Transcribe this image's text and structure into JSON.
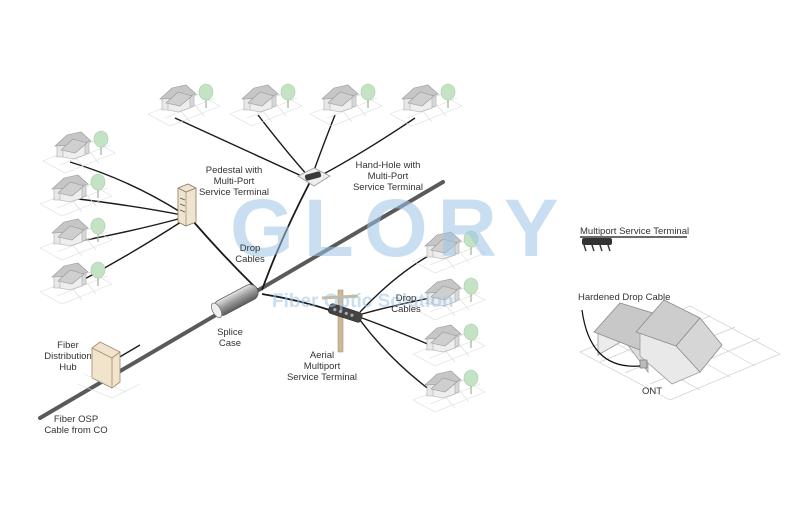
{
  "labels": {
    "pedestal": [
      "Pedestal with",
      "Multi-Port",
      "Service Terminal"
    ],
    "handhole": [
      "Hand-Hole with",
      "Multi-Port",
      "Service Terminal"
    ],
    "drop_cables_center": [
      "Drop",
      "Cables"
    ],
    "drop_cables_right": [
      "Drop",
      "Cables"
    ],
    "splice_case": [
      "Splice",
      "Case"
    ],
    "aerial": [
      "Aerial",
      "Multiport",
      "Service Terminal"
    ],
    "fdh": [
      "Fiber",
      "Distribution",
      "Hub"
    ],
    "osp": [
      "Fiber OSP",
      "Cable from CO"
    ],
    "multiport_terminal": "Multiport Service Terminal",
    "hardened_drop": "Hardened Drop Cable",
    "ont": "ONT"
  },
  "watermark": {
    "brand": "GLORY",
    "tagline": "Fiber Optic Solution"
  },
  "colors": {
    "cable": "#1a1a1a",
    "trunk": "#555555",
    "house_roof": "#c4c4c4",
    "house_wall": "#e6e6e6",
    "tree": "#bfe0bf",
    "watermark": "#9dc6e6"
  }
}
